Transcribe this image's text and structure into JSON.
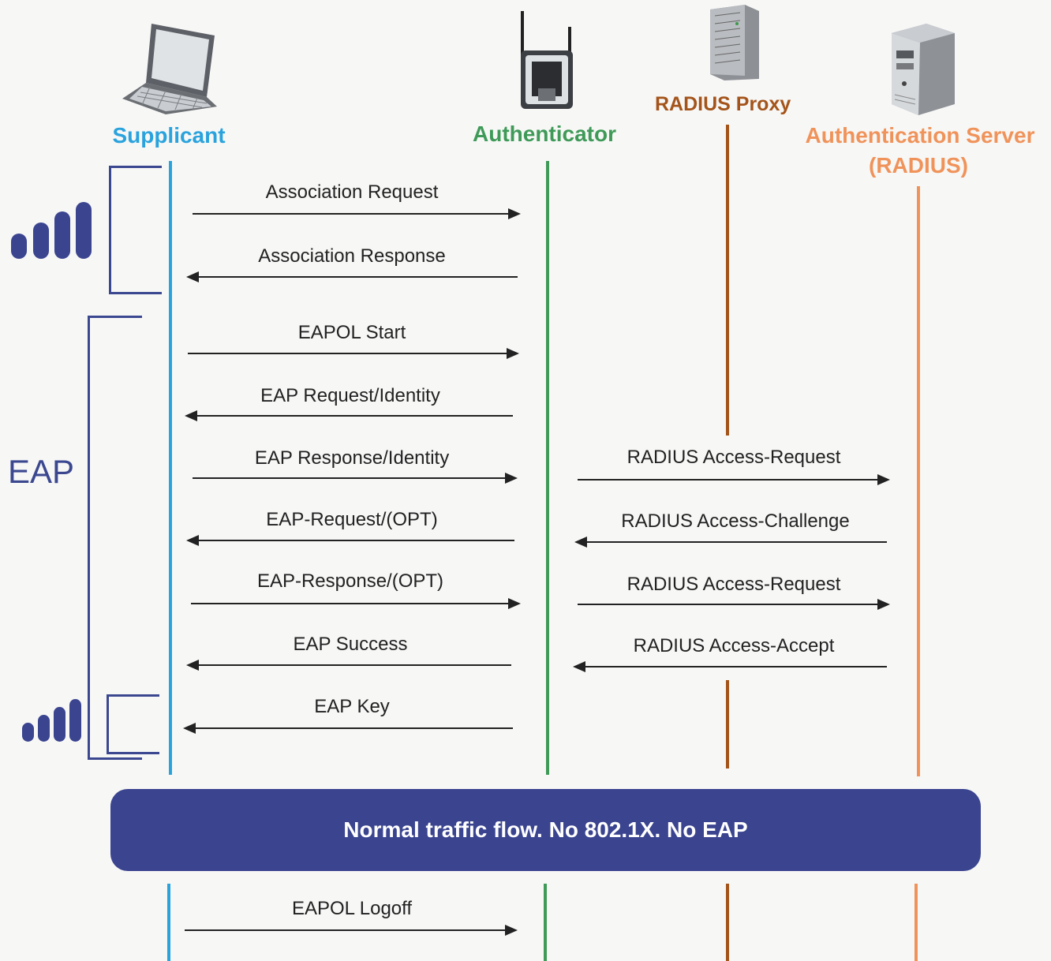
{
  "actors": {
    "supplicant": "Supplicant",
    "authenticator": "Authenticator",
    "radius_proxy": "RADIUS Proxy",
    "auth_server_line1": "Authentication Server",
    "auth_server_line2": "(RADIUS)"
  },
  "bracket_label": "EAP",
  "messages": {
    "association_request": "Association Request",
    "association_response": "Association Response",
    "eapol_start": "EAPOL Start",
    "eap_request_identity": "EAP Request/Identity",
    "eap_response_identity": "EAP Response/Identity",
    "eap_request_opt": "EAP-Request/(OPT)",
    "eap_response_opt": "EAP-Response/(OPT)",
    "eap_success": "EAP Success",
    "eap_key": "EAP Key",
    "radius_access_request_1": "RADIUS Access-Request",
    "radius_access_challenge": "RADIUS Access-Challenge",
    "radius_access_request_2": "RADIUS Access-Request",
    "radius_access_accept": "RADIUS Access-Accept",
    "eapol_logoff": "EAPOL Logoff"
  },
  "banner": "Normal traffic flow. No 802.1X. No EAP",
  "icons": [
    "laptop-icon",
    "wireless-router-icon",
    "rack-server-icon",
    "tower-server-icon",
    "signal-strength-icon"
  ],
  "colors": {
    "supplicant": "#2aa3dd",
    "authenticator": "#3f9a58",
    "radius_proxy": "#a4541a",
    "auth_server": "#f0935a",
    "bracket": "#3b4890",
    "banner": "#3a448f"
  }
}
